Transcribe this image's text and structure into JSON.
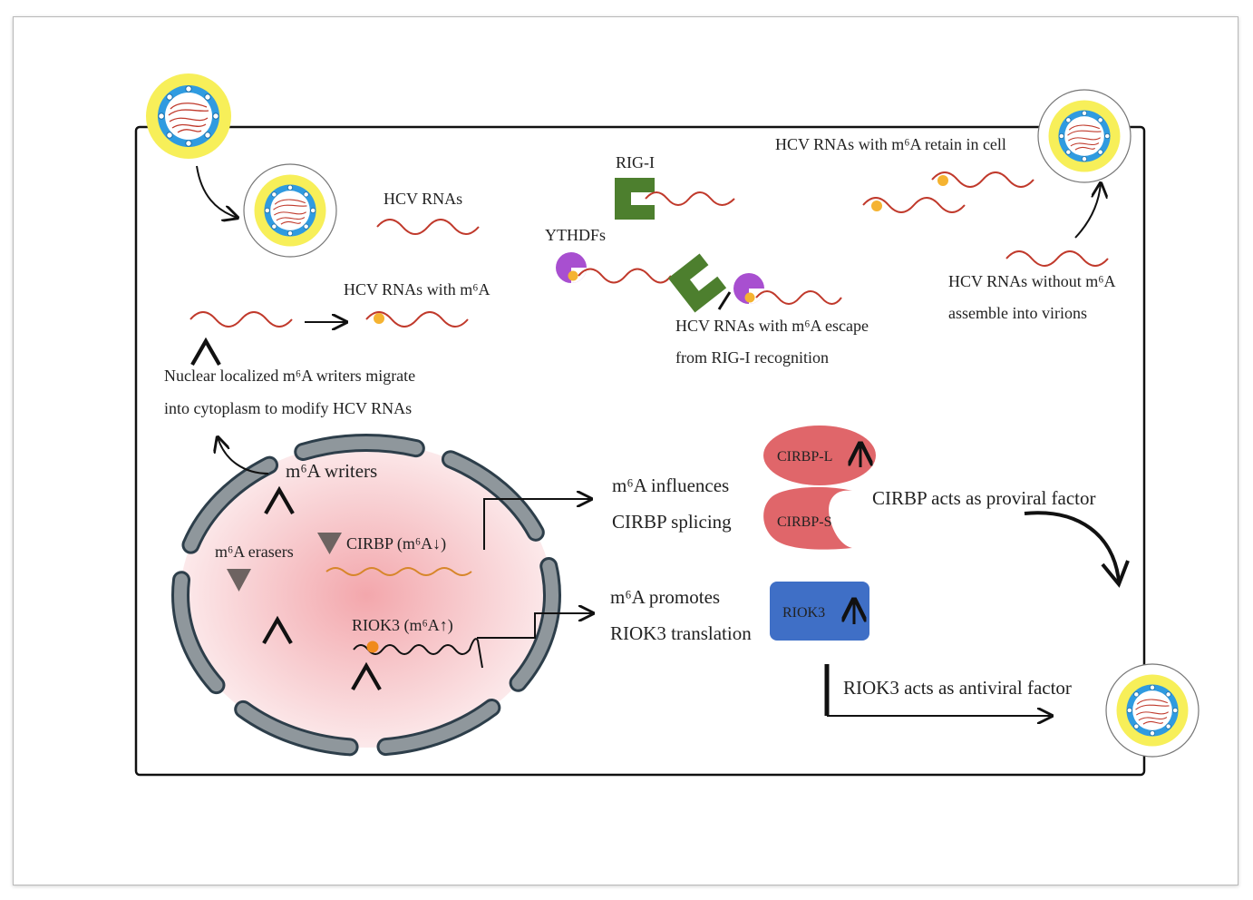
{
  "labels": {
    "hcv_rnas": "HCV RNAs",
    "hcv_rnas_with_m6a": "HCV RNAs with m⁶A",
    "rig_i": "RIG-I",
    "ythdfs": "YTHDFs",
    "retain_in_cell": "HCV RNAs with m⁶A retain in cell",
    "escape_line1": "HCV RNAs with m⁶A escape",
    "escape_line2": "from RIG-I recognition",
    "without_line1": "HCV RNAs without m⁶A",
    "without_line2": "assemble into virions",
    "writers_migrate_line1": "Nuclear localized m⁶A writers migrate",
    "writers_migrate_line2": "into cytoplasm to modify HCV RNAs",
    "m6a_writers": "m⁶A writers",
    "m6a_erasers": "m⁶A erasers",
    "cirbp_m6a_down": "CIRBP (m⁶A↓)",
    "riok3_m6a_up": "RIOK3 (m⁶A↑)",
    "influences_line1": "m⁶A influences",
    "influences_line2": "CIRBP splicing",
    "promotes_line1": "m⁶A promotes",
    "promotes_line2": "RIOK3 translation",
    "cirbp_l": "CIRBP-L",
    "cirbp_s": "CIRBP-S",
    "riok3": "RIOK3",
    "cirbp_proviral": "CIRBP acts as proviral factor",
    "riok3_antiviral": "RIOK3 acts as antiviral factor"
  },
  "colors": {
    "rna": "#c0392b",
    "m6a_dot": "#f5b331",
    "rig_i": "#4d7f2e",
    "ythdf": "#a84fd0",
    "cirbp": "#e0666a",
    "riok3": "#3f6fc6",
    "nucleus_envelope": "#8f979c",
    "nucleus_fill": "#f6c1c4",
    "virion_outer": "#f7ef59",
    "virion_capsid": "#2f9be0",
    "cirbp_mrna": "#d7862a",
    "riok3_dot": "#f08a1c"
  }
}
